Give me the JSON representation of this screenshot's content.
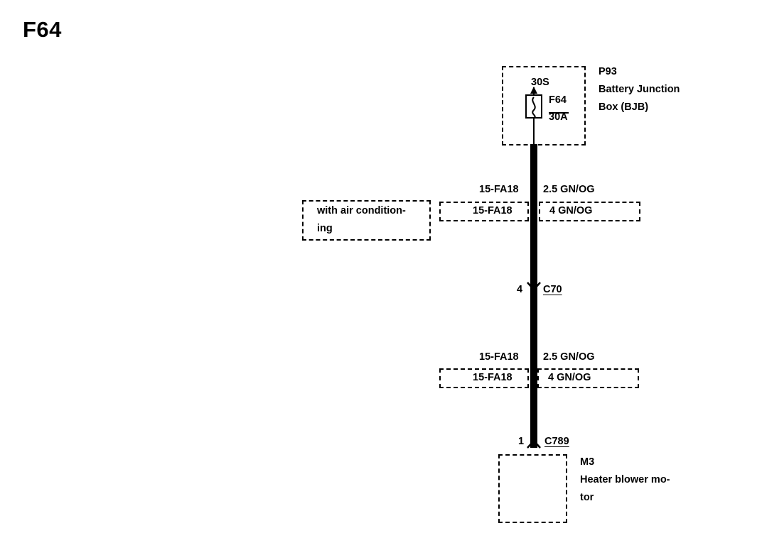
{
  "page_title": "F64",
  "junction_box": {
    "id": "P93",
    "name_line1": "Battery Junction",
    "name_line2": "Box (BJB)",
    "terminal": "30S",
    "fuse_id": "F64",
    "fuse_rating": "30A"
  },
  "wire_upper": {
    "circuit": "15-FA18",
    "spec": "2.5 GN/OG",
    "alt_circuit": "15-FA18",
    "alt_spec": "4 GN/OG"
  },
  "variant_note": {
    "line1": "with air condition-",
    "line2": "ing"
  },
  "connector_c70": {
    "pin": "4",
    "id": "C70"
  },
  "wire_lower": {
    "circuit": "15-FA18",
    "spec": "2.5 GN/OG",
    "alt_circuit": "15-FA18",
    "alt_spec": "4 GN/OG"
  },
  "connector_c789": {
    "pin": "1",
    "id": "C789"
  },
  "motor": {
    "id": "M3",
    "name_line1": "Heater blower mo-",
    "name_line2": "tor"
  }
}
